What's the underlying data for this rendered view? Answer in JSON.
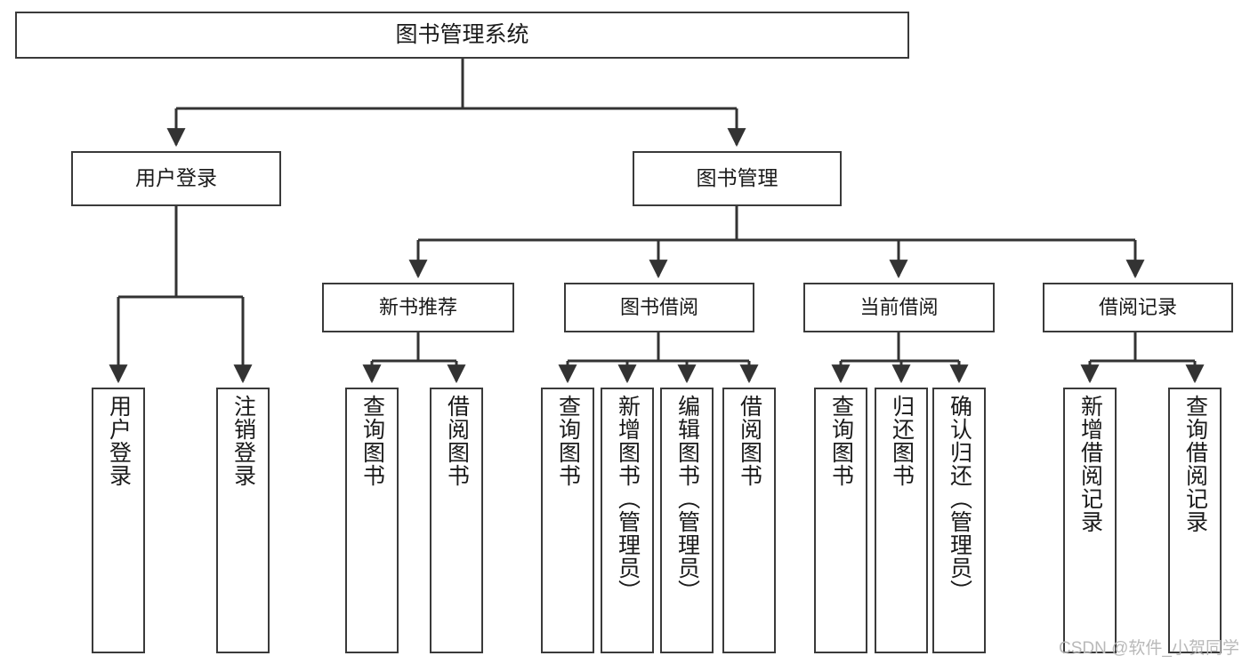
{
  "diagram": {
    "title": "图书管理系统",
    "type": "tree-hierarchy",
    "orientation": "top-down",
    "colors": {
      "box_border": "#3a3a3a",
      "box_fill": "#ffffff",
      "connector": "#333333",
      "text": "#1a1a1a",
      "watermark": "#b9b9b9",
      "background": "#ffffff"
    },
    "watermark": "CSDN @软件_小贺同学",
    "nodes": {
      "root": {
        "label": "图书管理系统"
      },
      "level1": [
        {
          "label": "用户登录"
        },
        {
          "label": "图书管理"
        }
      ],
      "level2": [
        {
          "label": "新书推荐"
        },
        {
          "label": "图书借阅"
        },
        {
          "label": "当前借阅"
        },
        {
          "label": "借阅记录"
        }
      ],
      "leaves": [
        {
          "label": "用户登录",
          "parent": "用户登录"
        },
        {
          "label": "注销登录",
          "parent": "用户登录"
        },
        {
          "label": "查询图书",
          "parent": "新书推荐"
        },
        {
          "label": "借阅图书",
          "parent": "新书推荐"
        },
        {
          "label": "查询图书",
          "parent": "图书借阅"
        },
        {
          "label": "新增图书（管理员）",
          "parent": "图书借阅"
        },
        {
          "label": "编辑图书（管理员）",
          "parent": "图书借阅"
        },
        {
          "label": "借阅图书",
          "parent": "图书借阅"
        },
        {
          "label": "查询图书",
          "parent": "当前借阅"
        },
        {
          "label": "归还图书",
          "parent": "当前借阅"
        },
        {
          "label": "确认归还（管理员）",
          "parent": "当前借阅"
        },
        {
          "label": "新增借阅记录",
          "parent": "借阅记录"
        },
        {
          "label": "查询借阅记录",
          "parent": "借阅记录"
        }
      ]
    }
  }
}
